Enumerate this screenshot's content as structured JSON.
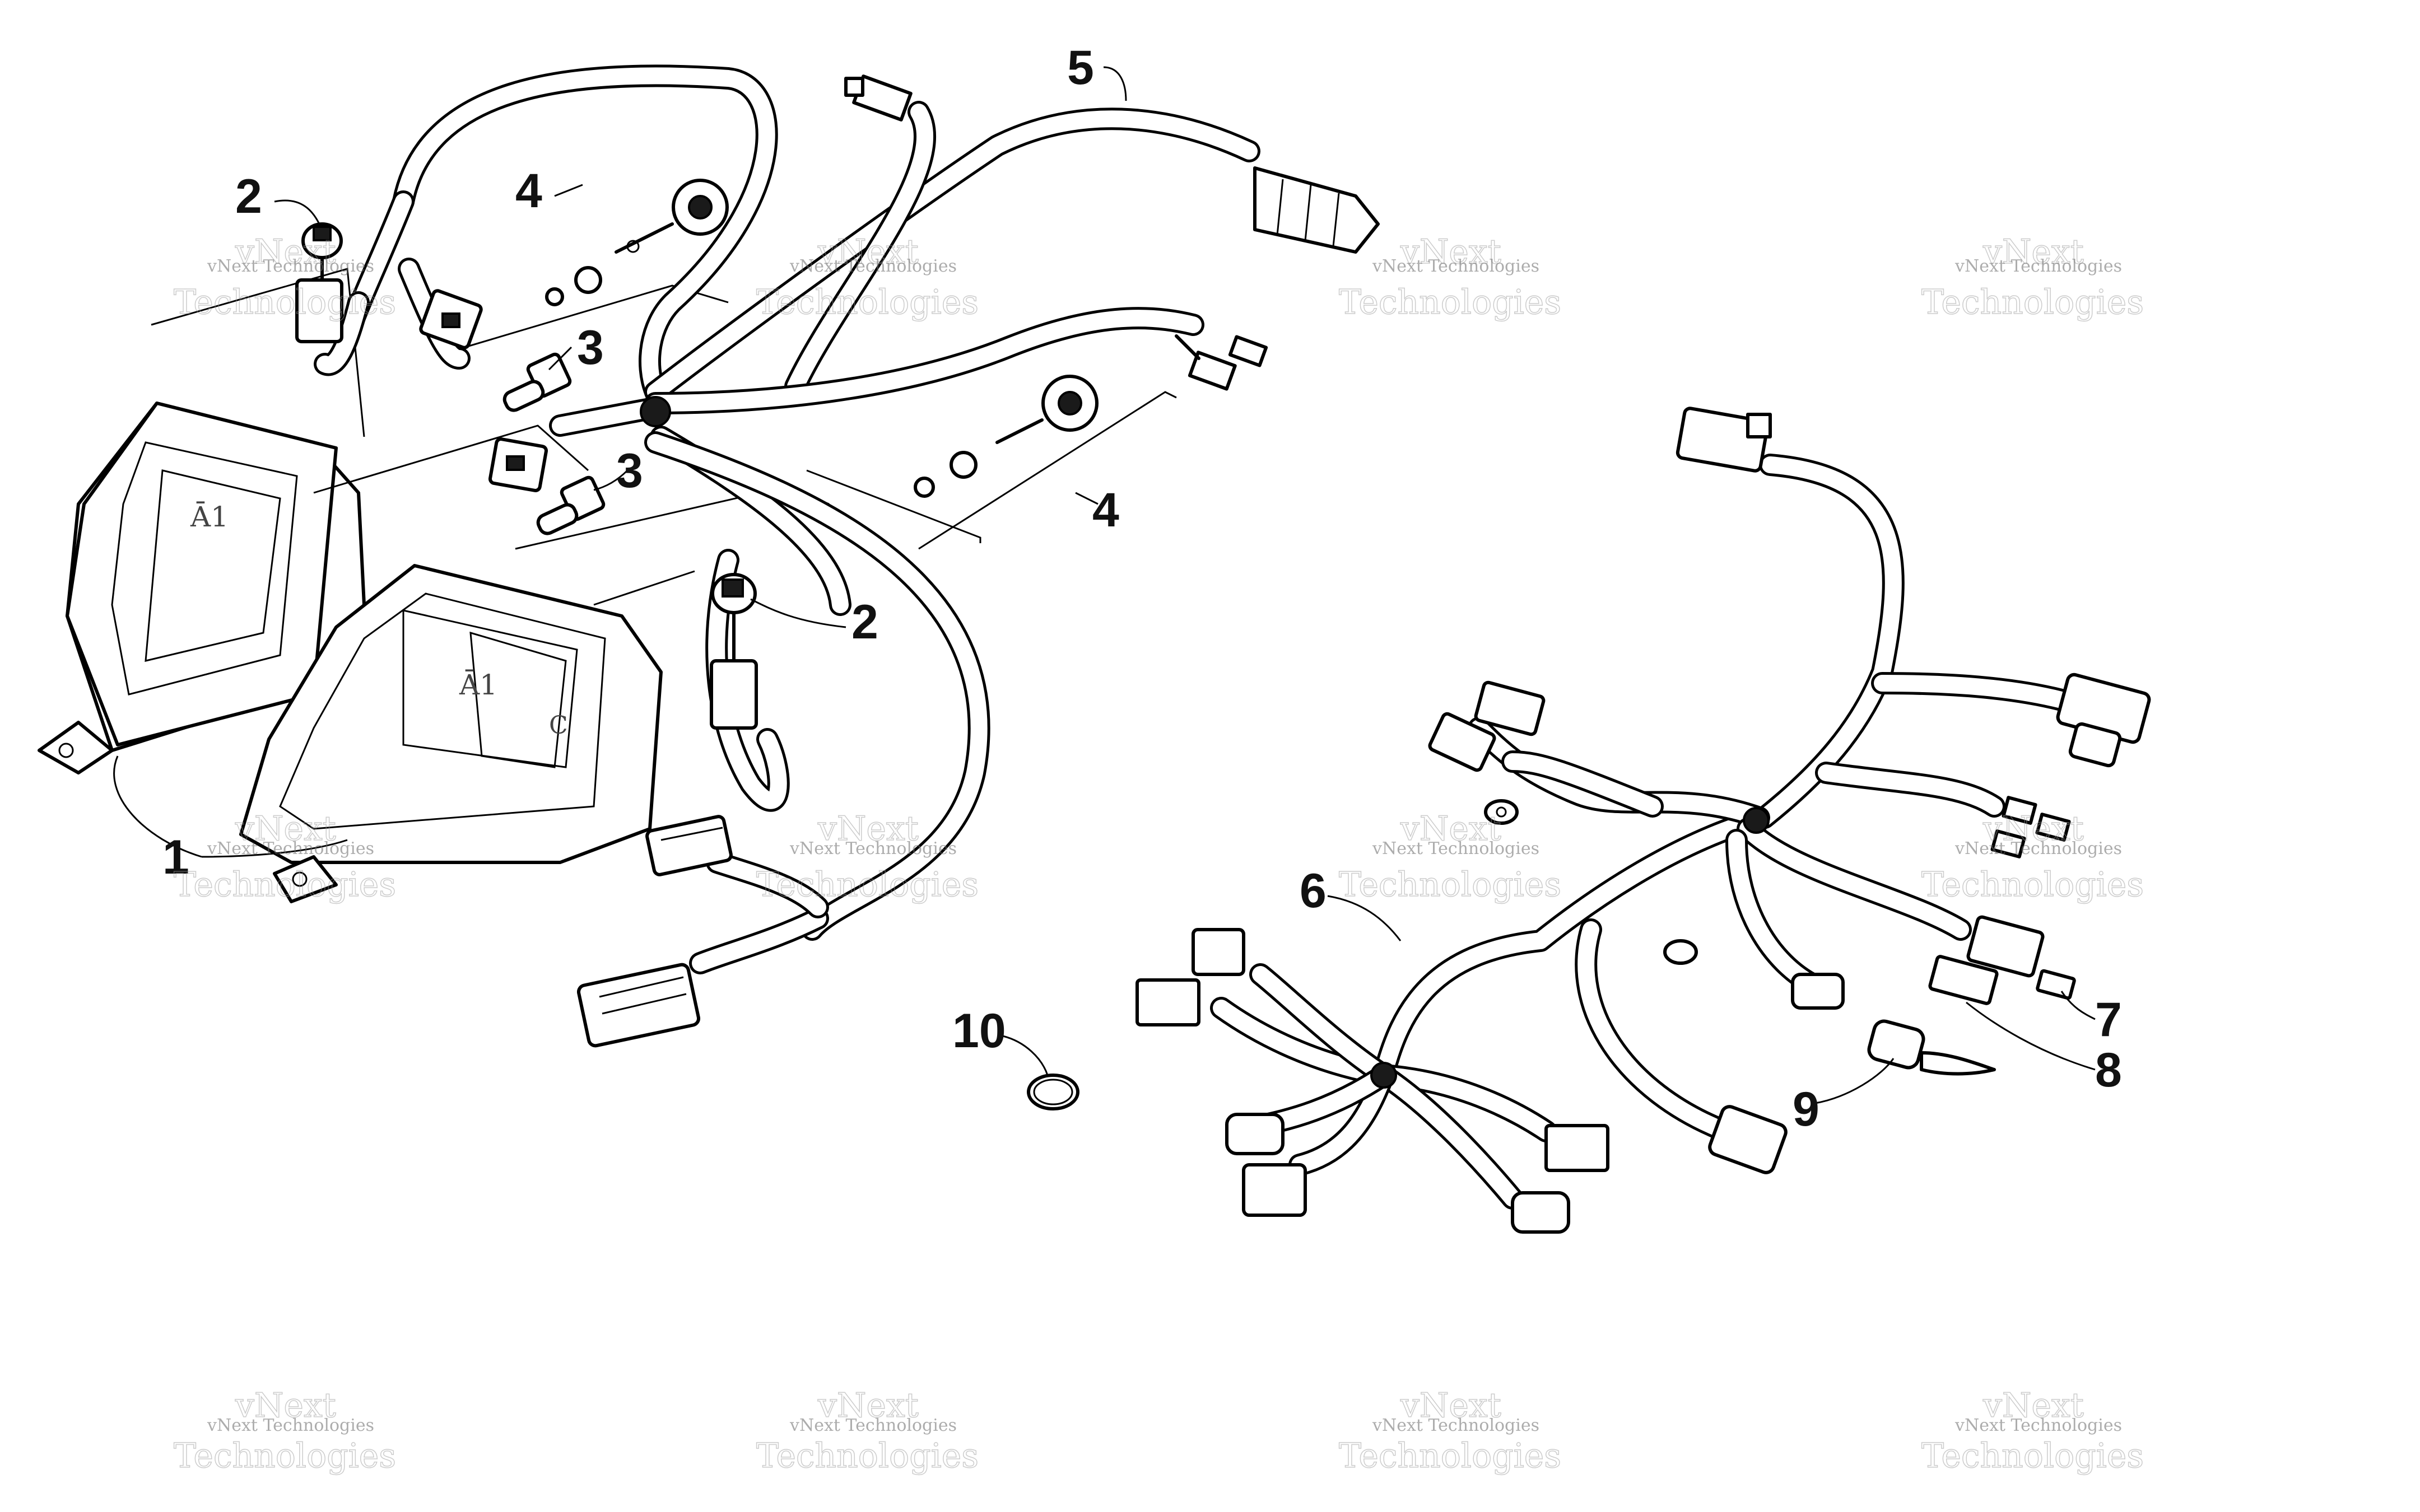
{
  "callouts": [
    {
      "id": "1",
      "label": "1"
    },
    {
      "id": "2a",
      "label": "2"
    },
    {
      "id": "2b",
      "label": "2"
    },
    {
      "id": "3a",
      "label": "3"
    },
    {
      "id": "3b",
      "label": "3"
    },
    {
      "id": "4a",
      "label": "4"
    },
    {
      "id": "4b",
      "label": "4"
    },
    {
      "id": "5",
      "label": "5"
    },
    {
      "id": "6",
      "label": "6"
    },
    {
      "id": "7",
      "label": "7"
    },
    {
      "id": "8",
      "label": "8"
    },
    {
      "id": "9",
      "label": "9"
    },
    {
      "id": "10",
      "label": "10"
    }
  ],
  "watermark": {
    "small": "vNext Technologies",
    "large_top": "vNext",
    "large_bottom": "Technologies"
  },
  "colors": {
    "line": "#000000",
    "background": "#ffffff",
    "watermark": "#9a9a9a"
  }
}
